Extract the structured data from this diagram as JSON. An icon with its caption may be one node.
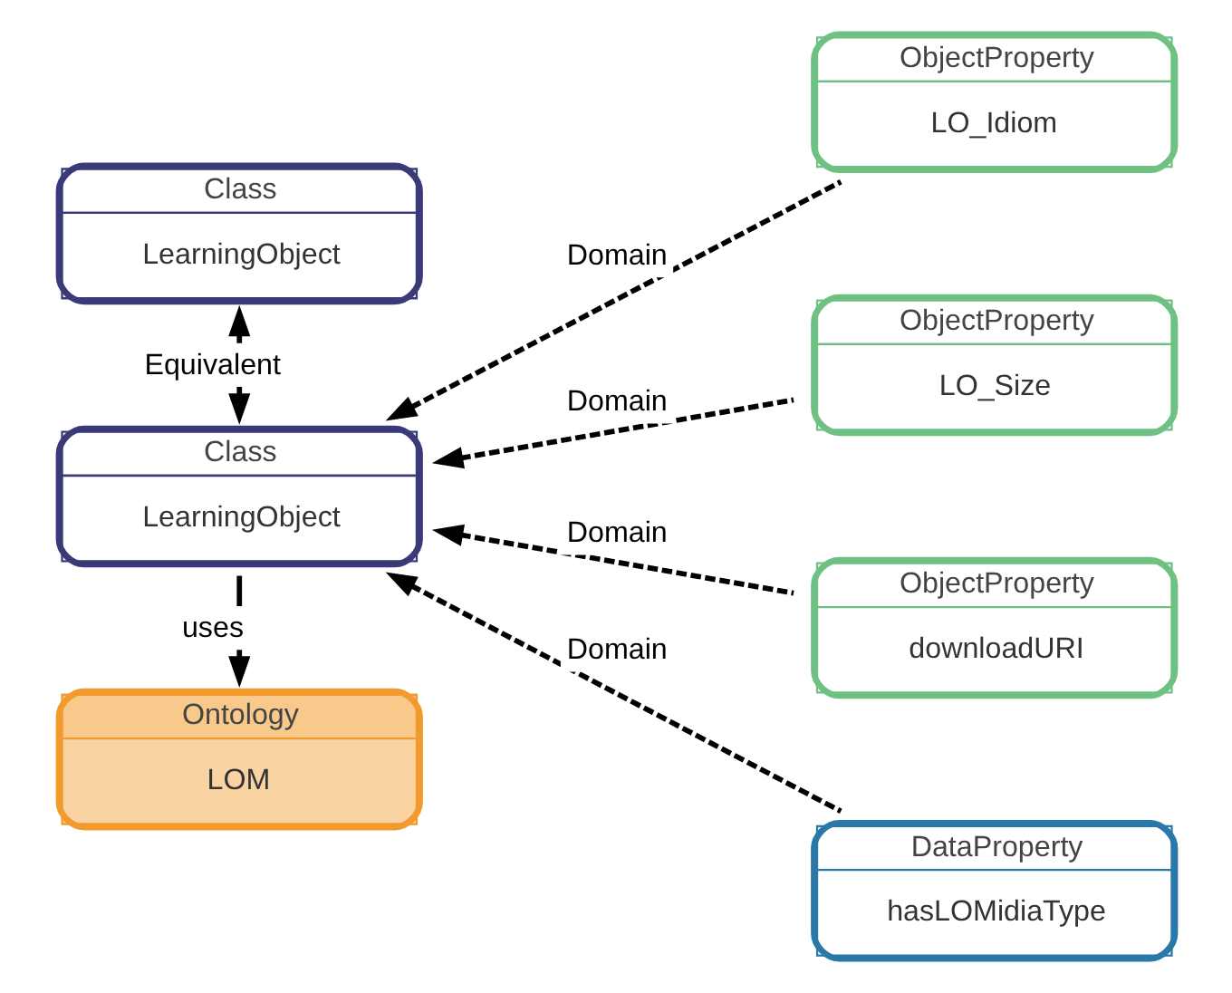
{
  "diagram": {
    "nodes": [
      {
        "text": [
          "Class",
          "LearningObject"
        ]
      },
      {
        "text": [
          "Class",
          "LearningObject"
        ]
      },
      {
        "text": [
          "Ontology",
          "LOM"
        ]
      },
      {
        "text": [
          "ObjectProperty",
          "LO_Idiom"
        ]
      },
      {
        "text": [
          "ObjectProperty",
          "LO_Size"
        ]
      },
      {
        "text": [
          "ObjectProperty",
          "downloadURI"
        ]
      },
      {
        "text": [
          "DataProperty",
          "hasLOMidiaType"
        ]
      }
    ],
    "edges": [
      {
        "from": 0,
        "to": 1,
        "arrow": "both",
        "label": "Equivalent"
      },
      {
        "from": 1,
        "to": 2,
        "arrow": "to",
        "label": "uses"
      },
      {
        "from": 3,
        "to": 1,
        "arrow": "to",
        "label": "Domain",
        "style": "dashed"
      },
      {
        "from": 4,
        "to": 1,
        "arrow": "to",
        "label": "Domain",
        "style": "dashed"
      },
      {
        "from": 5,
        "to": 1,
        "arrow": "to",
        "label": "Domain",
        "style": "dashed"
      },
      {
        "from": 6,
        "to": 1,
        "arrow": "to",
        "label": "Domain",
        "style": "dashed"
      }
    ]
  }
}
